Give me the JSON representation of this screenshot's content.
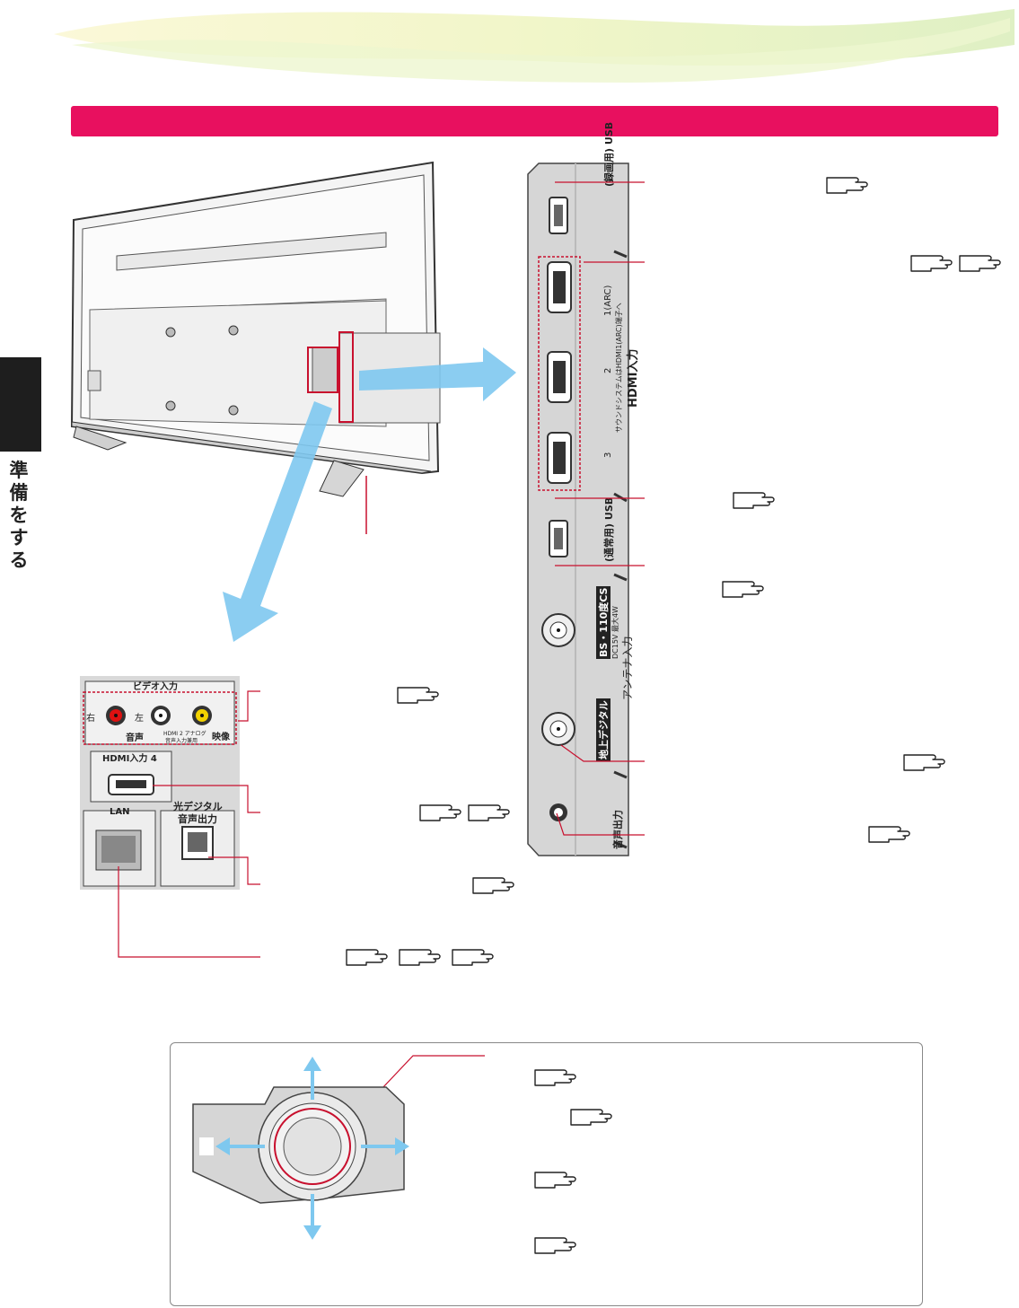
{
  "side_tab": {
    "label": "準備をする",
    "chars": [
      "準",
      "備",
      "を",
      "す",
      "る"
    ]
  },
  "back_panel": {
    "usb_top_label": "USB",
    "usb_top_note": "(録画用)",
    "hdmi_ports": [
      "1(ARC)",
      "2",
      "3"
    ],
    "hdmi_note": "サウンドシステムはHDMI1(ARC)端子へ",
    "hdmi_label": "HDMI入力",
    "usb_bottom_label": "USB",
    "usb_bottom_note": "(通常用)",
    "bs_label": "BS・110度CS",
    "bs_power": "DC15V 最大4W",
    "antenna_label": "アンテナ入力",
    "terrestrial_label": "地上デジタル",
    "audio_out_label": "音声出力"
  },
  "side_panel": {
    "video_in": "ビデオ入力",
    "right": "右",
    "left": "左",
    "audio": "音声",
    "hdmi2_note_line1": "HDMI 2 アナログ",
    "hdmi2_note_line2": "音声入力兼用",
    "video": "映像",
    "hdmi4": "HDMI入力 4",
    "lan": "LAN",
    "optical_line1": "光デジタル",
    "optical_line2": "音声出力"
  },
  "colors": {
    "banner": "#e8105f",
    "leader": "#c8102e",
    "arrow": "#7ec8ef",
    "panel_bg": "#d9d9d9"
  },
  "icons": [
    "reference-hand-icon",
    "tv-rear-illustration",
    "joystick-illustration"
  ]
}
